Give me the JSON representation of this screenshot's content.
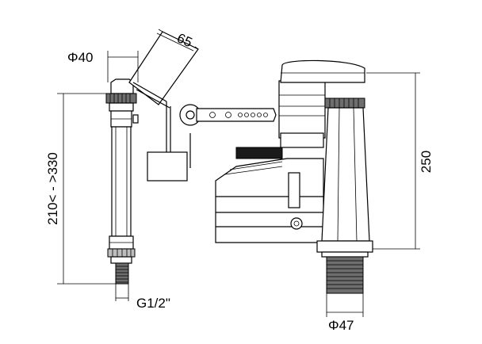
{
  "dimensions": {
    "inlet_diameter": "Φ40",
    "float_arm_length": "65",
    "valve_height_range": "210< - >330",
    "thread_size": "G1/2\"",
    "flush_valve_height": "250",
    "outlet_diameter": "Φ47"
  }
}
